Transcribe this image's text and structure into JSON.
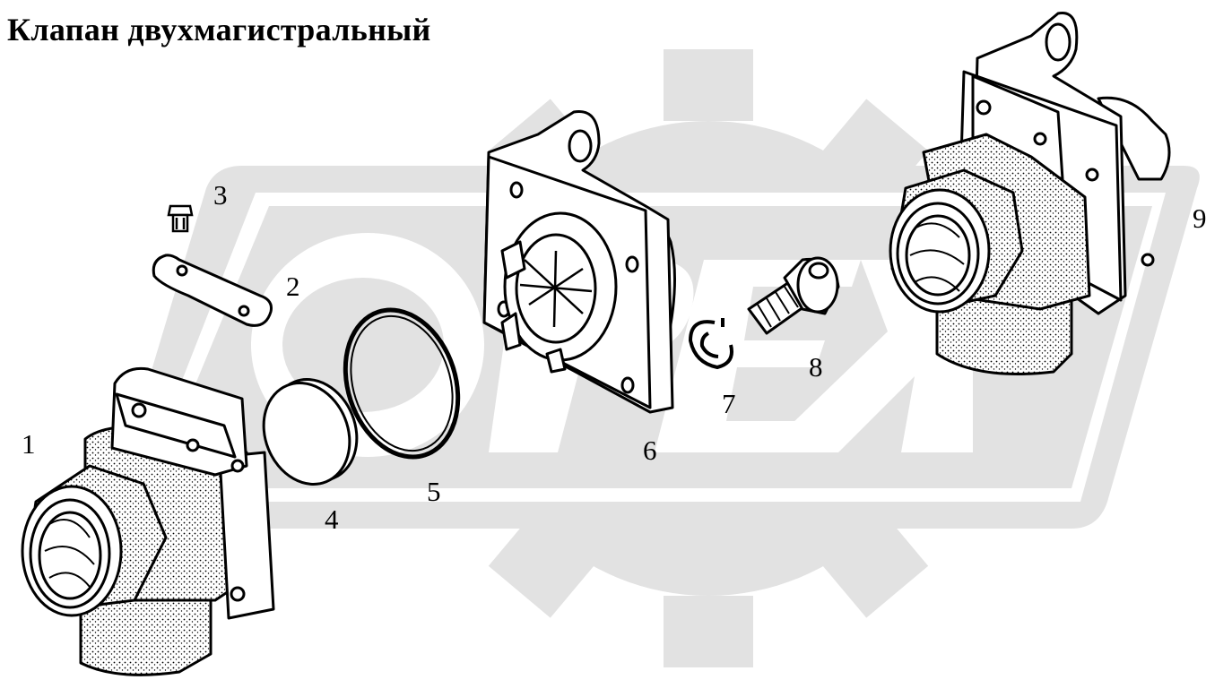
{
  "title": "Клапан двухмагистральный",
  "callouts": [
    {
      "id": "c1",
      "text": "1"
    },
    {
      "id": "c2",
      "text": "2"
    },
    {
      "id": "c3",
      "text": "3"
    },
    {
      "id": "c4",
      "text": "4"
    },
    {
      "id": "c5",
      "text": "5"
    },
    {
      "id": "c6",
      "text": "6"
    },
    {
      "id": "c7",
      "text": "7"
    },
    {
      "id": "c8",
      "text": "8"
    },
    {
      "id": "c9",
      "text": "9"
    }
  ],
  "watermark_text": "ОРЕХ",
  "colors": {
    "ink": "#000000",
    "watermark": "#e2e2e2",
    "background": "#ffffff"
  }
}
